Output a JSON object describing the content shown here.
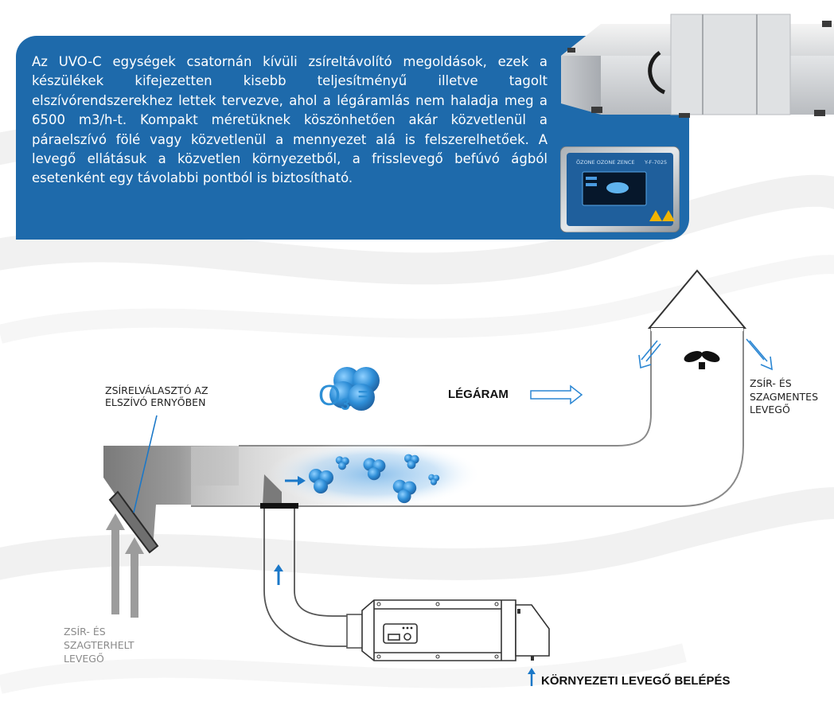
{
  "info_text": "Az UVO-C egységek csatornán kívüli zsíreltávolító megoldások, ezek a készülékek kifejezetten kisebb teljesítményű illetve tagolt elszívórendszerekhez lettek tervezve, ahol a légáramlás nem haladja meg a 6500 m3/h-t. Kompakt méretüknek köszön­hetően akár közvetlenül a páraelszívó fölé vagy közvetlenül a mennyezet alá is felszerelhetőek. A levegő ellátásuk a közvet­len környezetből, a frisslevegő befúvó ágból esetenként egy távolabbi pontból is biztosítható.",
  "labels": {
    "separator": "ZSÍRELVÁLASZTÓ AZ ELSZÍVÓ ERNYŐBEN",
    "dirty_air": "ZSÍR- ÉS SZAGTERHELT LEVEGŐ",
    "clean_air": "ZSÍR- ÉS SZAGMENTES LEVEGŐ",
    "airflow": "LÉGÁRAM",
    "ambient_intake": "KÖRNYEZETI LEVEGŐ BELÉPÉS"
  },
  "formula": {
    "symbol": "O",
    "subscript": "3",
    "equals": "="
  },
  "panel_screen": {
    "title": "ÖZONE OZONE ZENCE",
    "model": "Y-F-7025"
  },
  "colors": {
    "panel_blue": "#1e6aab",
    "ozone_blue": "#2d8fd6",
    "duct_gray": "#8e8e8e",
    "arrow_blue": "#1b78c8",
    "gray_arrow": "#999999"
  },
  "icons": [
    "fan-icon",
    "ozone-molecule-icon",
    "arrow-icon"
  ]
}
